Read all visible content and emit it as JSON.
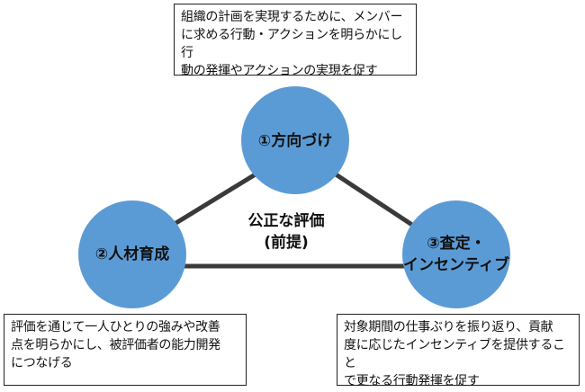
{
  "colors": {
    "circle_fill": "#5b9bd5",
    "connector": "#3a3a3a",
    "box_border": "#222222"
  },
  "nodes": {
    "direction": "①方向づけ",
    "development": "②人材育成",
    "assessment": "③査定・\nインセンティブ"
  },
  "center_label": "公正な評価\n(前提)",
  "descriptions": {
    "top": "組織の計画を実現するために、メンバー\nに求める行動・アクションを明らかにし行\n動の発揮やアクションの実現を促す",
    "left": "評価を通じて一人ひとりの強みや改善\n点を明らかにし、被評価者の能力開発\nにつなげる",
    "right": "対象期間の仕事ぶりを振り返り、貢献\n度に応じたインセンティブを提供すること\nで更なる行動発揮を促す"
  }
}
